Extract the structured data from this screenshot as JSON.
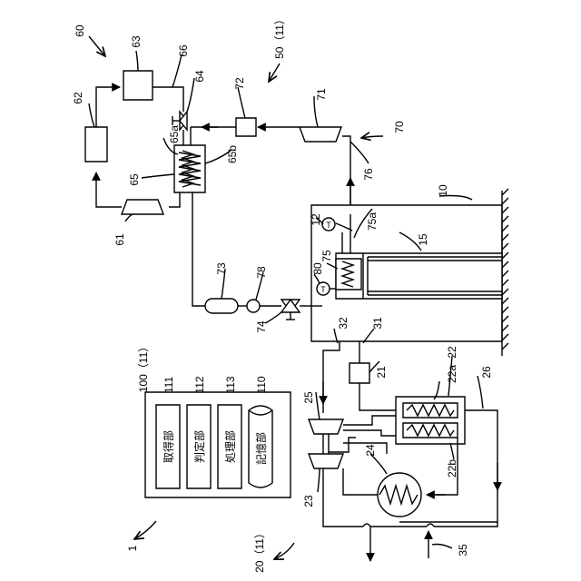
{
  "labels": {
    "system": "1",
    "n10": "10",
    "n12": "12",
    "n15": "15",
    "n20": "20（11）",
    "n21": "21",
    "n22": "22",
    "n22a": "22a",
    "n22b": "22b",
    "n23": "23",
    "n24": "24",
    "n25": "25",
    "n26": "26",
    "n31": "31",
    "n32": "32",
    "n35": "35",
    "n50": "50（11）",
    "n60": "60",
    "n61": "61",
    "n62": "62",
    "n63": "63",
    "n64": "64",
    "n65": "65",
    "n65a": "65a",
    "n65b": "65b",
    "n66": "66",
    "n70": "70",
    "n71": "71",
    "n72": "72",
    "n73": "73",
    "n74": "74",
    "n75": "75",
    "n75a": "75a",
    "n76": "76",
    "n78": "78",
    "n80": "80",
    "n100": "100（11）",
    "n110": "110",
    "n111": "111",
    "n112": "112",
    "n113": "113"
  },
  "units": {
    "acquisition": "取得部",
    "determination": "判定部",
    "processing": "処理部",
    "storage": "記憶部"
  },
  "sensor_symbol": "T"
}
